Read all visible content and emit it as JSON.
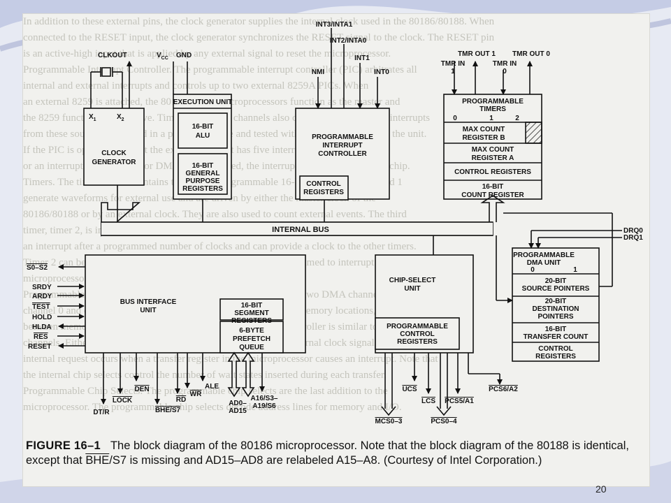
{
  "figure": {
    "number": "FIGURE 16–1",
    "caption_part1": "The block diagram of the 80186 microprocessor. Note that the block diagram of the 80188 is identical, except that ",
    "caption_overline": "BHE",
    "caption_part2": "/S7 is missing and AD15–AD8 are relabeled A15–A8. (Courtesy of Intel Corporation.)"
  },
  "page_number": "20",
  "blocks": {
    "clock": {
      "x1": "X",
      "x1_sub": "1",
      "x2": "X",
      "x2_sub": "2",
      "line1": "CLOCK",
      "line2": "GENERATOR"
    },
    "exec": {
      "title": "EXECUTION UNIT",
      "alu1": "16-BIT",
      "alu2": "ALU",
      "gpr1": "16-BIT",
      "gpr2": "GENERAL",
      "gpr3": "PURPOSE",
      "gpr4": "REGISTERS"
    },
    "pic": {
      "line1": "PROGRAMMABLE",
      "line2": "INTERRUPT",
      "line3": "CONTROLLER",
      "ctrl1": "CONTROL",
      "ctrl2": "REGISTERS"
    },
    "timers": {
      "title1": "PROGRAMMABLE",
      "title2": "TIMERS",
      "t0": "0",
      "t1": "1",
      "t2": "2",
      "maxb1": "MAX COUNT",
      "maxb2": "REGISTER B",
      "maxa1": "MAX COUNT",
      "maxa2": "REGISTER A",
      "ctrl": "CONTROL REGISTERS",
      "cnt1": "16-BIT",
      "cnt2": "COUNT REGISTER"
    },
    "internal_bus": "INTERNAL BUS",
    "biu": {
      "line1": "BUS INTERFACE",
      "line2": "UNIT",
      "seg1": "16-BIT",
      "seg2": "SEGMENT",
      "seg3": "REGISTERS",
      "pq1": "6-BYTE",
      "pq2": "PREFETCH",
      "pq3": "QUEUE"
    },
    "csu": {
      "line1": "CHIP-SELECT",
      "line2": "UNIT",
      "pc1": "PROGRAMMABLE",
      "pc2": "CONTROL",
      "pc3": "REGISTERS"
    },
    "dma": {
      "title1": "PROGRAMMABLE",
      "title2": "DMA UNIT",
      "c0": "0",
      "c1": "1",
      "src1": "20-BIT",
      "src2": "SOURCE POINTERS",
      "dst1": "20-BIT",
      "dst2": "DESTINATION",
      "dst3": "POINTERS",
      "tc1": "16-BIT",
      "tc2": "TRANSFER COUNT",
      "cr1": "CONTROL",
      "cr2": "REGISTERS"
    }
  },
  "signals": {
    "clkout": "CLKOUT",
    "vcc": "V",
    "vcc_sub": "CC",
    "gnd": "GND",
    "int3": "INT3/INTA1",
    "int2": "INT2/INTA0",
    "int1": "INT1",
    "int0": "INT0",
    "nmi": "NMI",
    "tmrout1": "TMR OUT 1",
    "tmrout0": "TMR OUT 0",
    "tmrin1": "TMR IN",
    "tmrin1_n": "1",
    "tmrin0": "TMR IN",
    "tmrin0_n": "0",
    "drq0": "DRQ0",
    "drq1": "DRQ1",
    "s0s2": "S0–S2",
    "srdy": "SRDY",
    "ardy": "ARDY",
    "test": "TEST",
    "hold": "HOLD",
    "hlda": "HLDA",
    "res": "RES",
    "reset": "RESET",
    "den": "DEN",
    "lock": "LOCK",
    "dtr": "DT/R",
    "bhe": "BHE/S7",
    "rd": "RD",
    "wr": "WR",
    "ale": "ALE",
    "ad1": "AD0–",
    "ad2": "AD15",
    "a16a": "A16/S3–",
    "a16b": "A19/S6",
    "ucs": "UCS",
    "lcs": "LCS",
    "mcs": "MCS0–3",
    "pcs04": "PCS0–4",
    "pcs5": "PCS5/A1",
    "pcs6": "PCS6/A2"
  },
  "ghost_text": [
    "In addition to these external pins, the clock generator supplies the internal clock used in the 80186/80188. When",
    "connected to the RESET input, the clock generator synchronizes the RESET signal to the clock. The RESET pin",
    "is an active-high input that is applied by any external signal to reset the microprocessor.",
    "Programmable Interrupt Controller. The programmable interrupt controller (PIC) arbitrates all",
    "internal and external interrupts and controls up to two external 8259A PICs. When",
    "an external 8259 is attached, the 80186/80188 microprocessors function as the master and",
    "the 8259 functions as the slave. Timers and DMA channels also contain interrupts. The interrupts",
    "from these sources are placed in a priority scheme and tested with the interrupt mask of the unit.",
    "If the PIC is operated without the external 8259, it has five interrupt inputs. If the input",
    "or an interrupt that the timer or DMA channels need, the interrupt pin is ignored by the chip.",
    "Timers. The timer section contains three fully programmable 16-bit timers. Timers 0 and 1",
    "generate waveforms for external use and are driven by either the master clock of the",
    "80186/80188 or by an external clock. They are also used to count external events. The third",
    "timer, timer 2, is internal and clocked by the master clock. The output of timer 2 generates",
    "an interrupt after a programmed number of clocks and can provide a clock to the other timers.",
    "Timer 2 can be used as a watchdog timer because it can be programmed to interrupt the",
    "microprocessor after a programmed number of clocks.",
    "Programmable DMA Unit. The programmable DMA unit contains two DMA channels, called",
    "channel 0 and channel 1. Each channel can transfer data between memory locations, called",
    "between memory and I/O, or between I/O devices. This DMA controller is similar to the parallel",
    "channels. Either channel can be programmed to use external or internal clock signals. An",
    "internal request occurs when a transfer register in the microprocessor causes an interrupt. Note that",
    "the internal chip selects control the number of wait states inserted during each transfer.",
    "Programmable Chip Selects. The programmable chip selects are the last addition to the",
    "microprocessor. The programmable chip selects decode address lines for memory and I/O."
  ]
}
